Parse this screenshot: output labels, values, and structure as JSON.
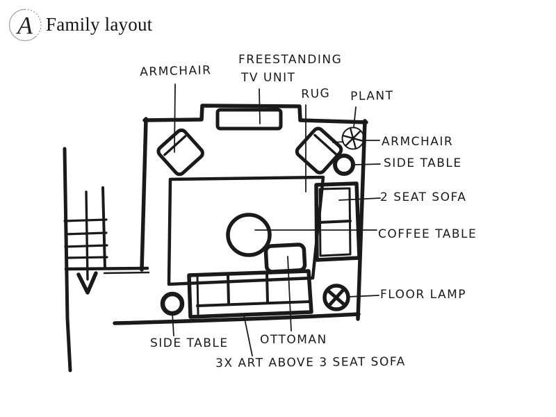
{
  "header": {
    "logo_letter": "A",
    "title": "Family layout"
  },
  "colors": {
    "ink": "#1a1a1a",
    "paper": "#ffffff",
    "logo_ring": "#a8a8a8"
  },
  "plan_labels": {
    "armchair_top": "ARMCHAIR",
    "tv_unit_line1": "FREESTANDING",
    "tv_unit_line2": "TV UNIT",
    "rug": "RUG",
    "plant": "PLANT",
    "armchair_right": "ARMCHAIR",
    "side_table_right": "SIDE TABLE",
    "two_seat_sofa": "2 SEAT SOFA",
    "coffee_table": "COFFEE TABLE",
    "floor_lamp": "FLOOR LAMP",
    "side_table_bottom": "SIDE TABLE",
    "ottoman": "OTTOMAN",
    "art_note": "3X ART ABOVE 3 SEAT SOFA"
  }
}
